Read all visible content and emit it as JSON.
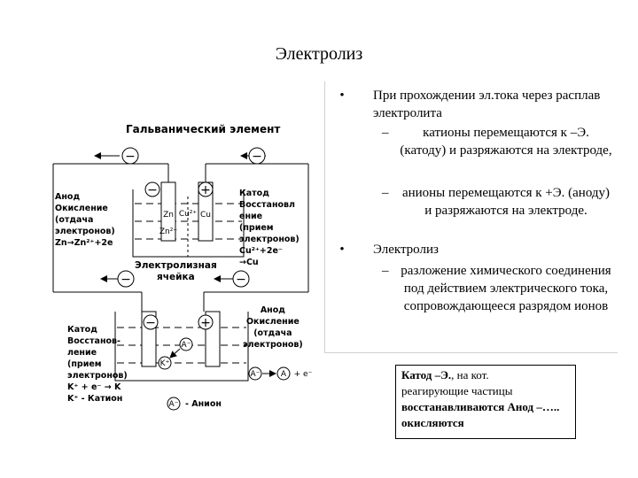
{
  "title": "Электролиз",
  "bullets": {
    "b1_text": "При прохождении эл.тока через расплав электролита",
    "b1_dash1": "катионы перемещаются к  –Э. (катоду) и разряжаются  на электроде,",
    "b1_dash2": "анионы перемещаются к +Э. (аноду) и разряжаются на электроде.",
    "b2_text": "Электролиз",
    "b2_dash1": "разложение химического соединения под действием электрического тока, сопровождающееся разрядом ионов",
    "bullet_symbol": "•",
    "dash_symbol": "–"
  },
  "definition": {
    "line1_bold": "Катод –Э.",
    "line1_rest": ", на кот.",
    "line2": "реагирующие частицы",
    "line3_bold": "восстанавливаются Анод –….. окисляются"
  },
  "diagram": {
    "galvanic_title": "Гальванический элемент",
    "top_left_anode": "Анод\nОкисление\n(отдача\nэлектронов)\nZn→Zn²⁺+2e",
    "top_right_cathode": "Катод\nВосстановл\nение\n(прием\nэлектронов)\nCu²⁺+2e⁻\n→Cu",
    "zn_label": "Zn",
    "cu_label": "Cu",
    "cu_ion": "Cu²⁺",
    "zn_ion": "Zn²⁺",
    "cell_title": "Электролизная\nячейка",
    "bottom_left_cathode": "Катод\nВосстанов-\nление\n(прием\nэлектронов)\nK⁺ + e⁻ → K\nK⁺ - Катион",
    "bottom_right_anode": "Анод\nОкисление\n(отдача\nэлектронов)",
    "anion_ion": "A⁻",
    "cation_ion": "K⁺",
    "reaction_a_left": "A⁻",
    "reaction_a_right": "A",
    "reaction_tail": "+ e⁻",
    "anion_legend": "- Анион",
    "minus": "−",
    "plus": "+"
  }
}
